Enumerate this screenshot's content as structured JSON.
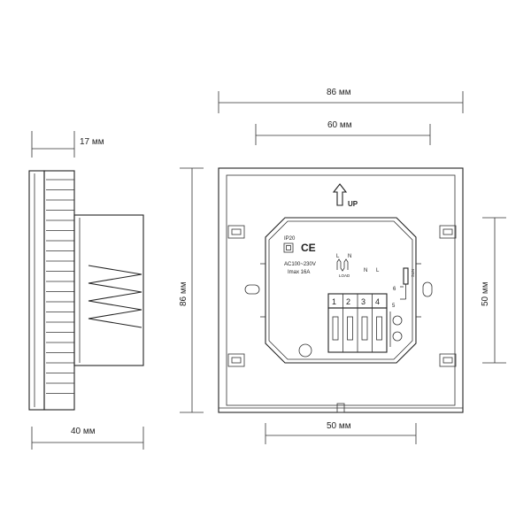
{
  "dimensions": {
    "side_depth": "17 мм",
    "side_width": "40 мм",
    "front_width": "86 мм",
    "front_inner_width": "60 мм",
    "front_height": "86 мм",
    "mount_height": "50 мм",
    "mount_width": "50 мм"
  },
  "labels": {
    "up": "UP",
    "ip": "IP20",
    "ce": "CE",
    "voltage": "AC100~230V",
    "current": "Imax 16A",
    "load": "LOAD",
    "terminal_l1": "L",
    "terminal_n1": "N",
    "terminal_n2": "N",
    "terminal_l2": "L",
    "ntc": "NTC",
    "sensor_6": "6",
    "sensor_5": "5"
  },
  "terminals": [
    "1",
    "2",
    "3",
    "4"
  ]
}
